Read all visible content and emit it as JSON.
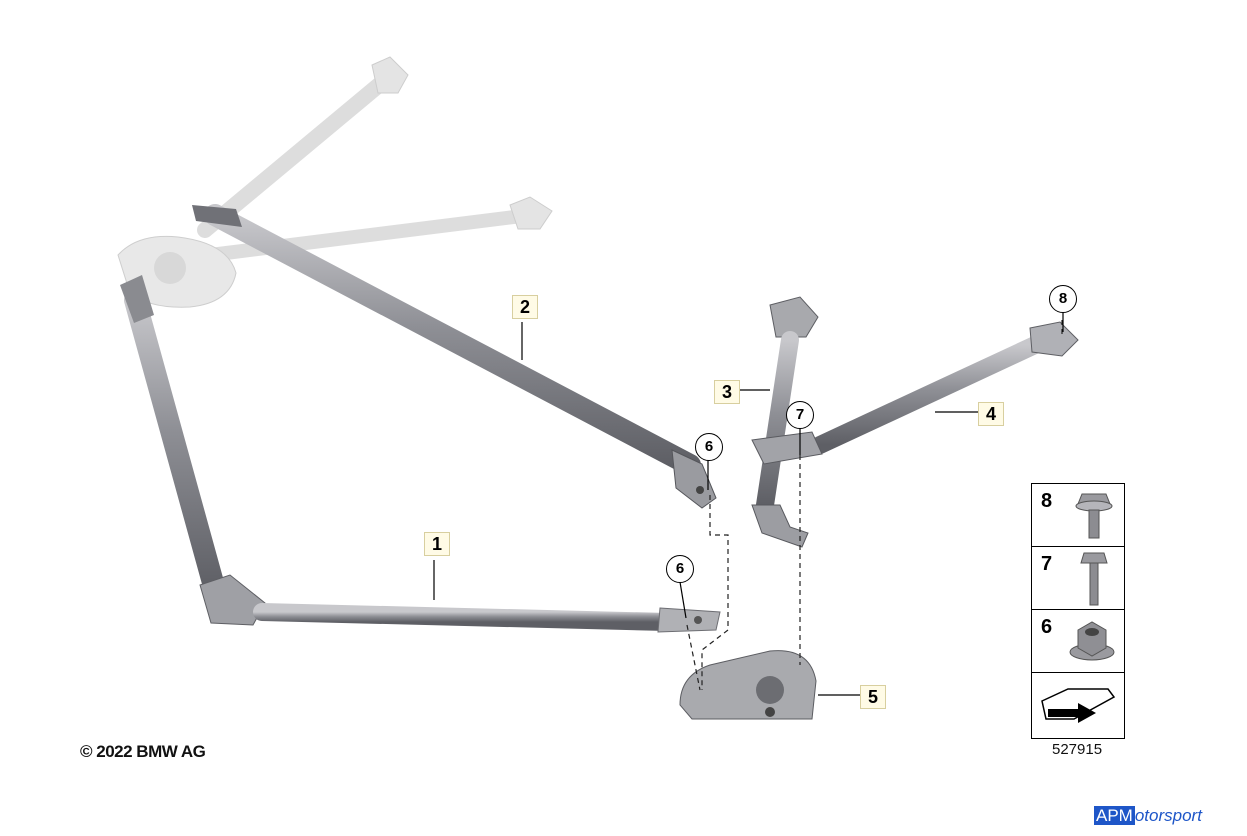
{
  "callouts": {
    "part1": "1",
    "part2": "2",
    "part3": "3",
    "part4": "4",
    "part5": "5",
    "ref6a": "6",
    "ref6b": "6",
    "ref7": "7",
    "ref8": "8"
  },
  "legend": {
    "items": [
      "8",
      "7",
      "6"
    ]
  },
  "copyright": "© 2022 BMW AG",
  "diagram_number": "527915",
  "watermark": {
    "prefix": "APM",
    "suffix": "otorsport"
  }
}
